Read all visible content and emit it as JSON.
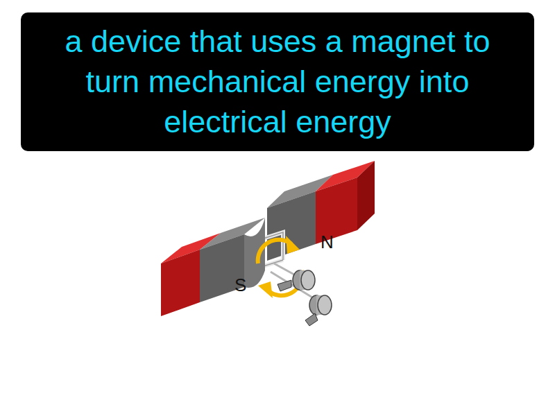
{
  "diagram": {
    "title": "a device that uses a magnet to turn mechanical energy into electrical energy",
    "labels": [
      "S",
      "N"
    ]
  }
}
